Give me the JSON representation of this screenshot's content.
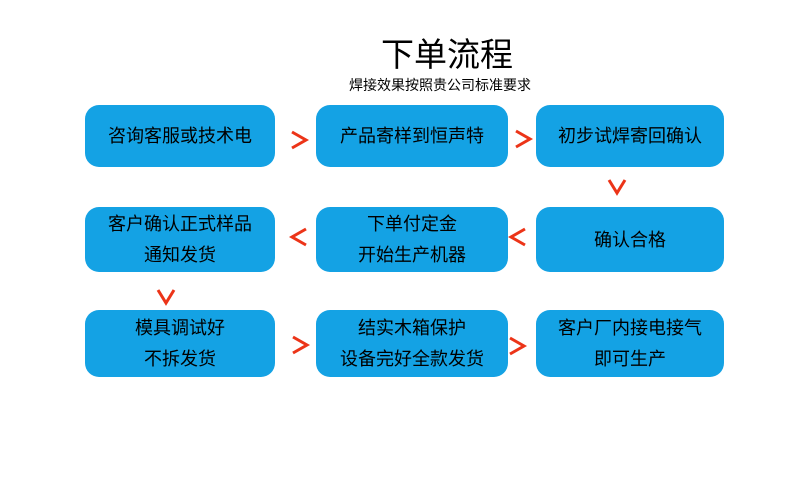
{
  "header": {
    "title": "下单流程",
    "subtitle": "焊接效果按照贵公司标准要求"
  },
  "colors": {
    "background": "#FFFFFF",
    "box_fill": "#14A2E4",
    "arrow_red": "#EC3418",
    "text": "#000000"
  },
  "flow": {
    "rows": [
      {
        "boxes": [
          {
            "lines": [
              "咨询客服或技术电"
            ]
          },
          {
            "lines": [
              "产品寄样到恒声特"
            ]
          },
          {
            "lines": [
              "初步试焊寄回确认"
            ]
          }
        ]
      },
      {
        "boxes": [
          {
            "lines": [
              "客户确认正式样品",
              "通知发货"
            ]
          },
          {
            "lines": [
              "下单付定金",
              "开始生产机器"
            ]
          },
          {
            "lines": [
              "确认合格"
            ]
          }
        ]
      },
      {
        "boxes": [
          {
            "lines": [
              "模具调试好",
              "不拆发货"
            ]
          },
          {
            "lines": [
              "结实木箱保护",
              "设备完好全款发货"
            ]
          },
          {
            "lines": [
              "客户厂内接电接气",
              "即可生产"
            ]
          }
        ]
      }
    ],
    "arrows": [
      {
        "from": "咨询客服或技术电",
        "to": "产品寄样到恒声特",
        "direction": "right"
      },
      {
        "from": "产品寄样到恒声特",
        "to": "初步试焊寄回确认",
        "direction": "right"
      },
      {
        "from": "初步试焊寄回确认",
        "to": "确认合格",
        "direction": "down"
      },
      {
        "from": "确认合格",
        "to": "下单付定金 开始生产机器",
        "direction": "left"
      },
      {
        "from": "下单付定金 开始生产机器",
        "to": "客户确认正式样品 通知发货",
        "direction": "left"
      },
      {
        "from": "客户确认正式样品 通知发货",
        "to": "模具调试好 不拆发货",
        "direction": "down"
      },
      {
        "from": "模具调试好 不拆发货",
        "to": "结实木箱保护 设备完好全款发货",
        "direction": "right"
      },
      {
        "from": "结实木箱保护 设备完好全款发货",
        "to": "客户厂内接电接气 即可生产",
        "direction": "right"
      }
    ]
  }
}
